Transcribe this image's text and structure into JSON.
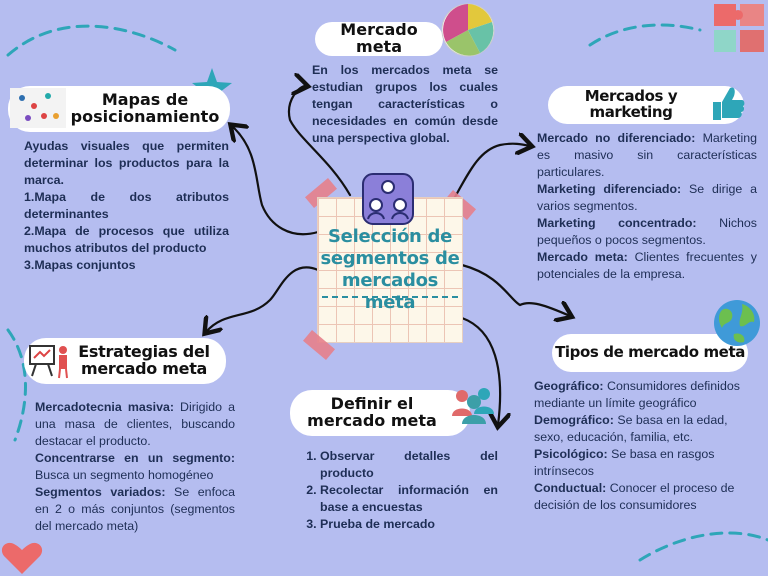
{
  "center": {
    "title": "Selección de segmentos de mercados meta"
  },
  "mercado_meta": {
    "title": "Mercado meta",
    "body": "En los mercados meta se estudian grupos los cuales tengan características o necesidades en común desde una perspectiva global."
  },
  "mapas": {
    "title": "Mapas de posicionamiento",
    "intro": "Ayudas visuales que permiten determinar los productos para la marca.",
    "items": [
      "1.Mapa de dos atributos determinantes",
      "2.Mapa de procesos que utiliza muchos atributos del producto",
      "3.Mapas conjuntos"
    ]
  },
  "marketing": {
    "title": "Mercados y marketing",
    "items": [
      {
        "term": "Mercado no diferenciado:",
        "desc": " Marketing es masivo sin características particulares."
      },
      {
        "term": "Marketing diferenciado:",
        "desc": " Se dirige a varios segmentos."
      },
      {
        "term": "Marketing concentrado:",
        "desc": " Nichos pequeños o pocos segmentos."
      },
      {
        "term": "Mercado meta:",
        "desc": " Clientes frecuentes y potenciales de la empresa."
      }
    ]
  },
  "estrategias": {
    "title": "Estrategias del mercado meta",
    "items": [
      {
        "term": "Mercadotecnia masiva:",
        "desc": " Dirigido a una masa de clientes, buscando destacar el producto."
      },
      {
        "term": "Concentrarse en un segmento:",
        "desc": " Busca un segmento homogéneo"
      },
      {
        "term": "Segmentos variados:",
        "desc": " Se enfoca en 2 o más conjuntos (segmentos del mercado meta)"
      }
    ]
  },
  "definir": {
    "title": "Definir el mercado meta",
    "items": [
      "Observar detalles del producto",
      "Recolectar información en base a encuestas",
      "Prueba de mercado"
    ]
  },
  "tipos": {
    "title": "Tipos de mercado meta",
    "items": [
      {
        "term": "Geográfico:",
        "desc": " Consumidores definidos mediante un límite geográfico"
      },
      {
        "term": "Demográfico:",
        "desc": " Se basa en la edad, sexo, educación, familia, etc."
      },
      {
        "term": "Psicológico:",
        "desc": " Se basa en rasgos intrínsecos"
      },
      {
        "term": "Conductual:",
        "desc": " Conocer el proceso de decisión de los consumidores"
      }
    ]
  },
  "colors": {
    "background": "#b5bdf0",
    "text": "#1e2e55",
    "title_accent": "#2a8ea0",
    "tape": "#e5808b",
    "dashes": "#2ea6b8"
  }
}
